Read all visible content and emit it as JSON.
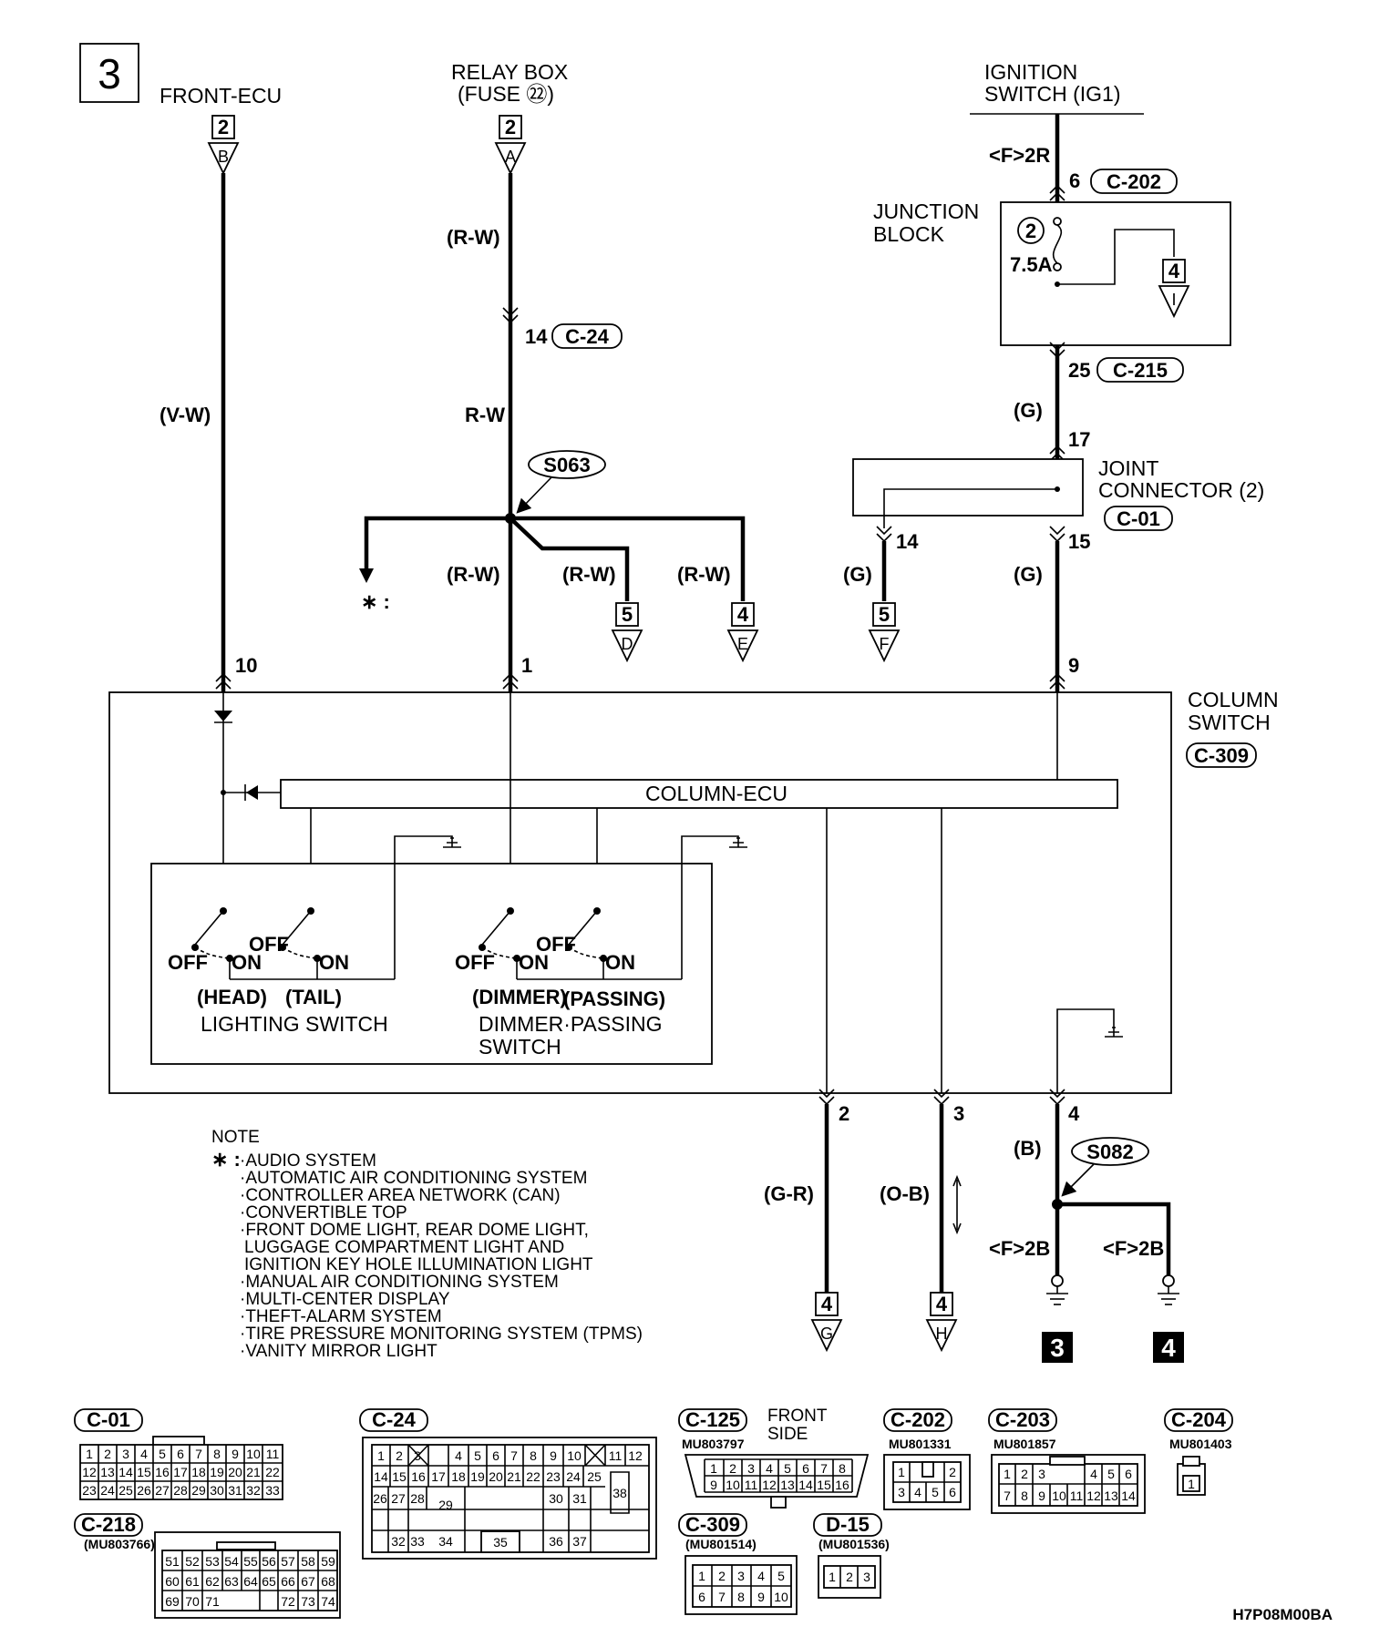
{
  "page": {
    "number": "3",
    "code": "H7P08M00BA"
  },
  "sources": {
    "front_ecu": "FRONT-ECU",
    "relay_box": "RELAY BOX",
    "relay_box_fuse": "(FUSE ㉒)",
    "ign_l1": "IGNITION",
    "ign_l2": "SWITCH (IG1)"
  },
  "refs": {
    "front_ecu_page": "2",
    "front_ecu_letter": "B",
    "relay_page": "2",
    "relay_letter": "A",
    "jb_out_page": "4",
    "jb_out_letter": "I",
    "d_page": "5",
    "d_letter": "D",
    "e_page": "4",
    "e_letter": "E",
    "f_page": "5",
    "f_letter": "F",
    "g_page": "4",
    "g_letter": "G",
    "h_page": "4",
    "h_letter": "H"
  },
  "wires": {
    "v_w": "(V-W)",
    "r_w_paren": "(R-W)",
    "r_w": "R-W",
    "g": "(G)",
    "b": "(B)",
    "g_r": "(G-R)",
    "o_b": "(O-B)"
  },
  "pins": {
    "p6": "6",
    "p14a": "14",
    "p25": "25",
    "p17": "17",
    "p14b": "14",
    "p15": "15",
    "p10": "10",
    "p1": "1",
    "p9": "9",
    "p2": "2",
    "p3": "3",
    "p4": "4"
  },
  "connectors": {
    "c202": "C-202",
    "c24": "C-24",
    "c215": "C-215",
    "c01": "C-01",
    "c309": "C-309",
    "c125": "C-125",
    "c203": "C-203",
    "c204": "C-204",
    "c218": "C-218",
    "d15": "D-15"
  },
  "junction_block": {
    "l1": "JUNCTION",
    "l2": "BLOCK",
    "fuse_no": "2",
    "fuse_rating": "7.5A",
    "ground_pos": "<F>2R"
  },
  "joint_connector": {
    "l1": "JOINT",
    "l2": "CONNECTOR (2)"
  },
  "splices": {
    "s063": "S063",
    "s082": "S082"
  },
  "column_switch": {
    "l1": "COLUMN",
    "l2": "SWITCH",
    "ecu": "COLUMN-ECU"
  },
  "switches": {
    "off": "OFF",
    "on": "ON",
    "head": "(HEAD)",
    "tail": "(TAIL)",
    "dimmer": "(DIMMER)",
    "passing": "(PASSING)",
    "lighting": "LIGHTING SWITCH",
    "dp_l1": "DIMMER·PASSING",
    "dp_l2": "SWITCH"
  },
  "grounds": {
    "g1_pos": "<F>2B",
    "g2_pos": "<F>2B",
    "g1_no": "3",
    "g2_no": "4"
  },
  "note": {
    "title": "NOTE",
    "star": "∗ :",
    "lines": [
      "·AUDIO SYSTEM",
      "·AUTOMATIC AIR CONDITIONING SYSTEM",
      "·CONTROLLER AREA NETWORK (CAN)",
      "·CONVERTIBLE TOP",
      "·FRONT DOME LIGHT, REAR DOME LIGHT,",
      "LUGGAGE COMPARTMENT LIGHT AND",
      "IGNITION KEY HOLE ILLUMINATION LIGHT",
      "·MANUAL AIR CONDITIONING SYSTEM",
      "·MULTI-CENTER DISPLAY",
      "·THEFT-ALARM SYSTEM",
      "·TIRE PRESSURE MONITORING SYSTEM (TPMS)",
      "·VANITY MIRROR LIGHT"
    ]
  },
  "connector_details": {
    "c125_part": "MU803797",
    "c125_side_l1": "FRONT",
    "c125_side_l2": "SIDE",
    "c202_part": "MU801331",
    "c203_part": "MU801857",
    "c204_part": "MU801403",
    "c218_part": "(MU803766)",
    "c309_part": "(MU801514)",
    "d15_part": "(MU801536)"
  }
}
